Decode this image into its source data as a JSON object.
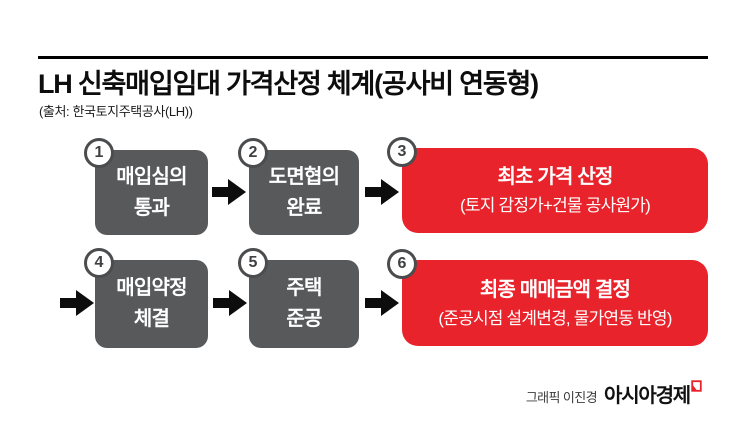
{
  "header": {
    "title": "LH 신축매입임대 가격산정 체계(공사비 연동형)",
    "source": "(출처: 한국토지주택공사(LH))"
  },
  "steps": [
    {
      "number": "1",
      "line1": "매입심의",
      "line2": "통과"
    },
    {
      "number": "2",
      "line1": "도면협의",
      "line2": "완료"
    },
    {
      "number": "3",
      "title": "최초 가격 산정",
      "subtitle": "(토지 감정가+건물 공사원가)"
    },
    {
      "number": "4",
      "line1": "매입약정",
      "line2": "체결"
    },
    {
      "number": "5",
      "line1": "주택",
      "line2": "준공"
    },
    {
      "number": "6",
      "title": "최종 매매금액 결정",
      "subtitle": "(준공시점 설계변경, 물가연동 반영)"
    }
  ],
  "credits": {
    "label": "그래픽 이진경",
    "brand": "아시아경제"
  },
  "colors": {
    "box_gray": "#58595b",
    "box_red": "#e8232b",
    "arrow": "#0d0d0d",
    "badge_border": "#4b4c4e",
    "brand_red": "#e8232b"
  }
}
